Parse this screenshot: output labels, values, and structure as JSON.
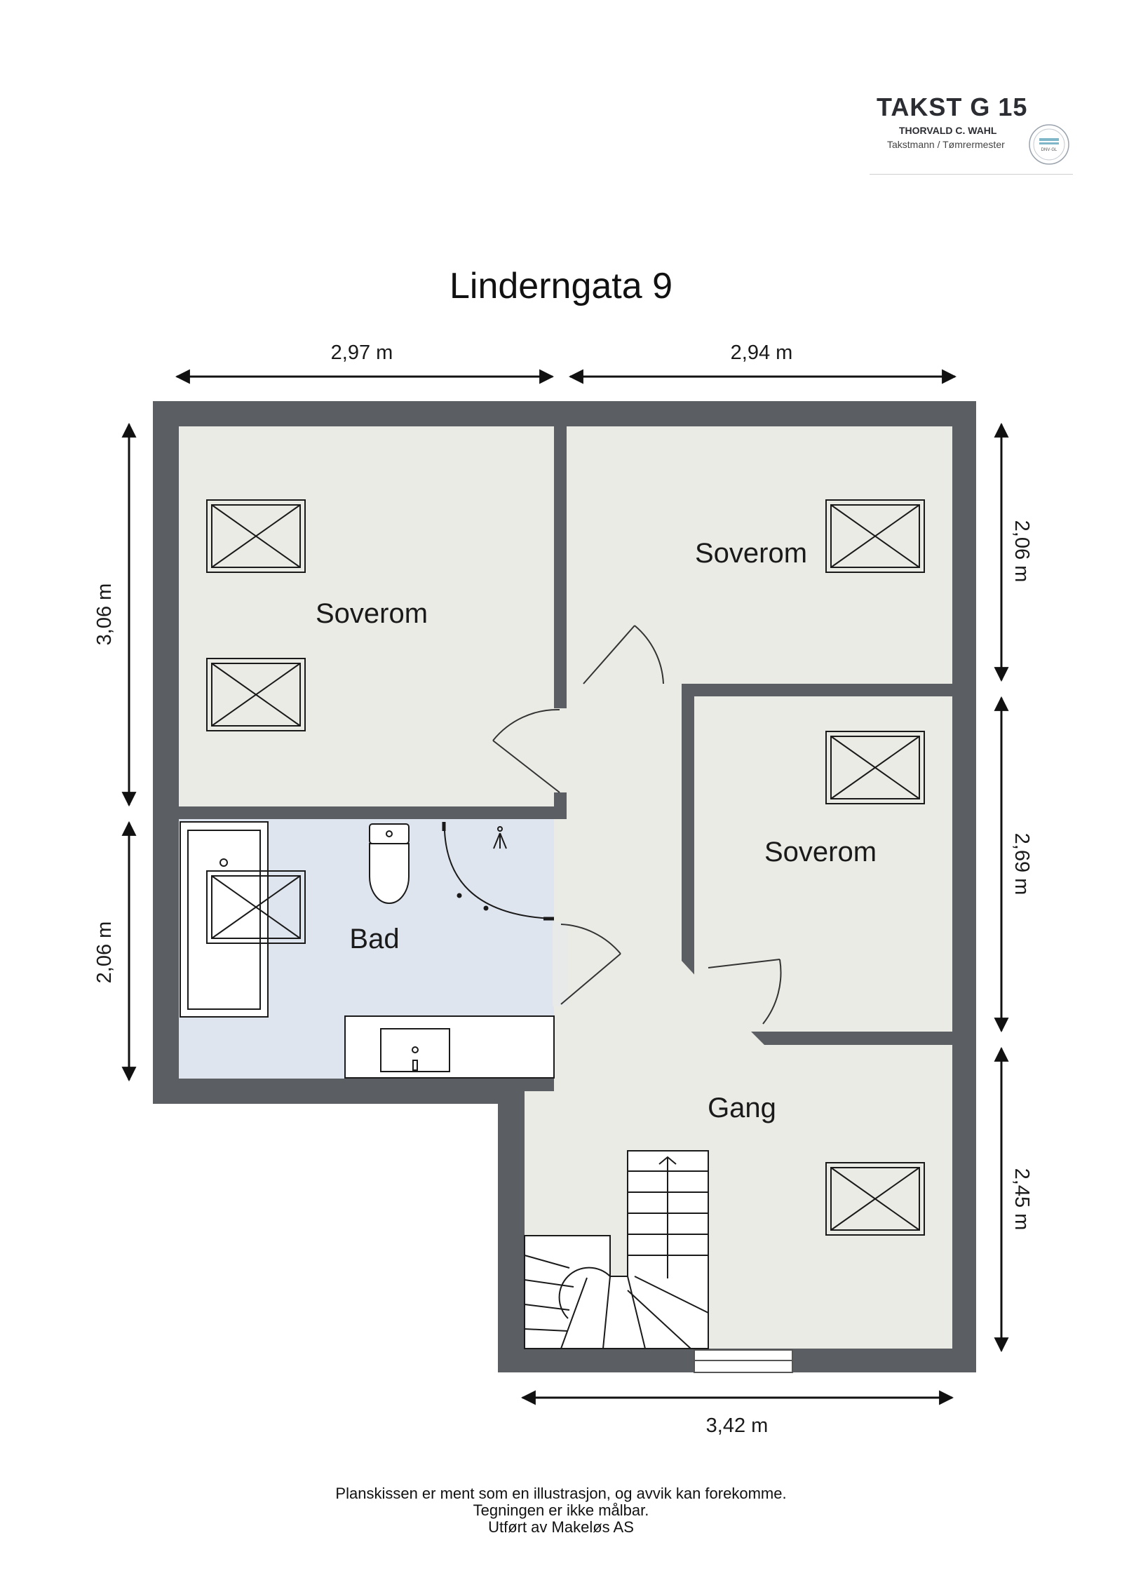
{
  "logo": {
    "title": "TAKST G 15",
    "name": "THORVALD C. WAHL",
    "role": "Takstmann / Tømrermester",
    "seal_text": "DNV·GL"
  },
  "title": "Linderngata 9",
  "rooms": {
    "bedroom_1": "Soverom",
    "bedroom_2": "Soverom",
    "bedroom_3": "Soverom",
    "bathroom": "Bad",
    "hallway": "Gang"
  },
  "dimensions": {
    "top_left": "2,97 m",
    "top_right": "2,94 m",
    "left_upper": "3,06 m",
    "left_lower": "2,06 m",
    "right_1": "2,06 m",
    "right_2": "2,69 m",
    "right_3": "2,45 m",
    "bottom": "3,42 m"
  },
  "footer": {
    "line1": "Planskissen er ment som en illustrasjon, og avvik kan forekomme.",
    "line2": "Tegningen er ikke målbar.",
    "line3": "Utført av Makeløs AS"
  },
  "colors": {
    "wall": "#5b5e63",
    "floor": "#ebebe6",
    "bath_floor": "#dfe5ee",
    "fixture_stroke": "#1a1a1a"
  }
}
